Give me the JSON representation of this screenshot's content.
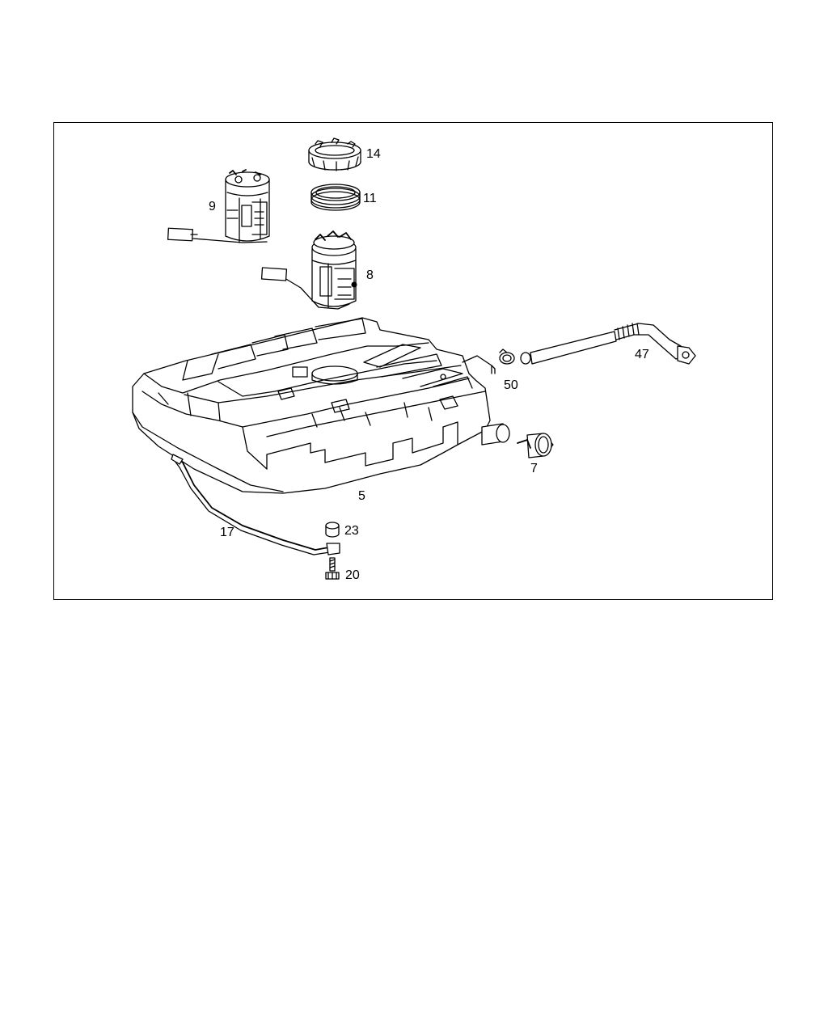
{
  "diagram": {
    "callouts": {
      "part_14": "14",
      "part_11": "11",
      "part_9": "9",
      "part_8": "8",
      "part_47": "47",
      "part_50": "50",
      "part_7": "7",
      "part_5": "5",
      "part_17": "17",
      "part_23": "23",
      "part_20": "20"
    }
  }
}
